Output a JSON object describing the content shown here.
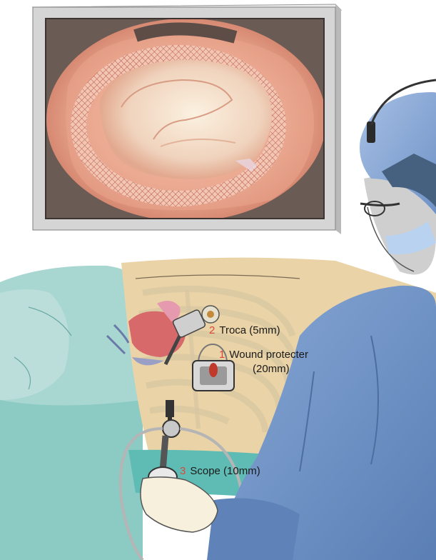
{
  "labels": [
    {
      "number": "2",
      "text": "Troca (5mm)"
    },
    {
      "number": "1",
      "text": "Wound protecter",
      "subtext": "(20mm)"
    },
    {
      "number": "3",
      "text": "Scope (10mm)"
    }
  ],
  "colors": {
    "number_accent": "#d9473b",
    "monitor_frame": "#d4d4d4",
    "drape": "#9fd0cb",
    "skin": "#e9cf9e",
    "surgeon_gown": "#6d93c6",
    "organ_pink": "#e9a593"
  }
}
